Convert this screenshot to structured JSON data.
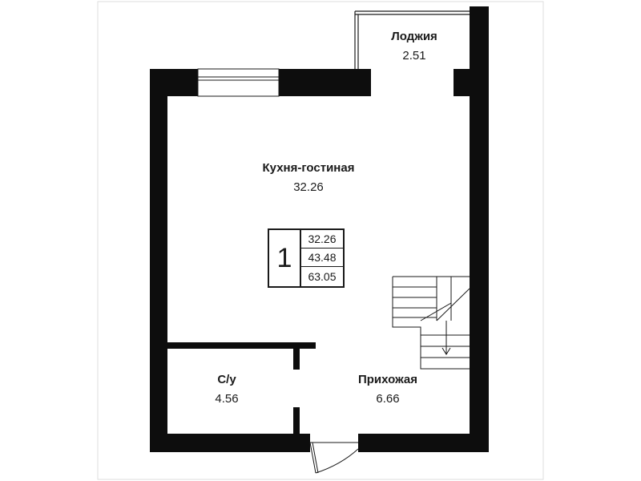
{
  "rooms": {
    "loggia": {
      "name": "Лоджия",
      "area": "2.51"
    },
    "kitchen": {
      "name": "Кухня-гостиная",
      "area": "32.26"
    },
    "bath": {
      "name": "С/у",
      "area": "4.56"
    },
    "hall": {
      "name": "Прихожая",
      "area": "6.66"
    }
  },
  "legend": {
    "rooms_count": "1",
    "values": [
      "32.26",
      "43.48",
      "63.05"
    ]
  },
  "colors": {
    "wall": "#0d0d0d",
    "frame": "#dddddd",
    "line": "#1a1a1a"
  }
}
